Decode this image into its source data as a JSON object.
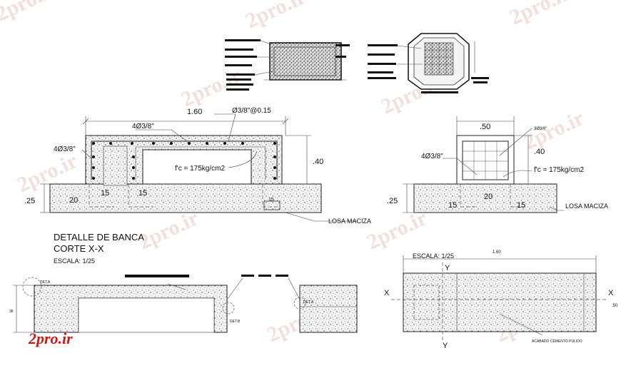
{
  "watermark": {
    "text": "2pro.ir"
  },
  "logo": {
    "text": "2pro.ir"
  },
  "left_section": {
    "width_label": "1.60",
    "stirrup_label": "Ø3/8\"@0.15",
    "top_bars_label": "4Ø3/8\"",
    "side_bars_label": "4Ø3/8\"",
    "concrete_label": "f'c = 175kg/cm2",
    "height_label": ".40",
    "slab_label": ".25",
    "dim_20": "20",
    "dim_15a": "15",
    "dim_15b": "15",
    "dim_15c": "15",
    "slab_name": "LOSA MACIZA"
  },
  "right_section": {
    "width_label": ".50",
    "top_bars_label": "3Ø3/8\"",
    "side_bars_label": "4Ø3/8\"",
    "concrete_label": "f'c = 175kg/cm2",
    "height_label": ".40",
    "slab_label": ".25",
    "dim_20": "20",
    "dim_15a": "15",
    "dim_15b": "15",
    "slab_name": "LOSA MACIZA"
  },
  "title_block": {
    "line1": "DETALLE DE BANCA",
    "line2": "CORTE X-X",
    "scale": "ESCALA: 1/25"
  },
  "elevation": {
    "height_label": "38",
    "det_a": "DET.A",
    "det_b": "DET.B",
    "det_a2": "DET.A"
  },
  "plan": {
    "scale": "ESCALA: 1/25",
    "width_label": "1.60",
    "depth_label": ".50",
    "axis_x_left": "X",
    "axis_x_right": "X",
    "axis_y_top": "Y",
    "axis_y_bottom": "Y",
    "finish_note": "ACABADO CEMENTO PULIDO"
  }
}
